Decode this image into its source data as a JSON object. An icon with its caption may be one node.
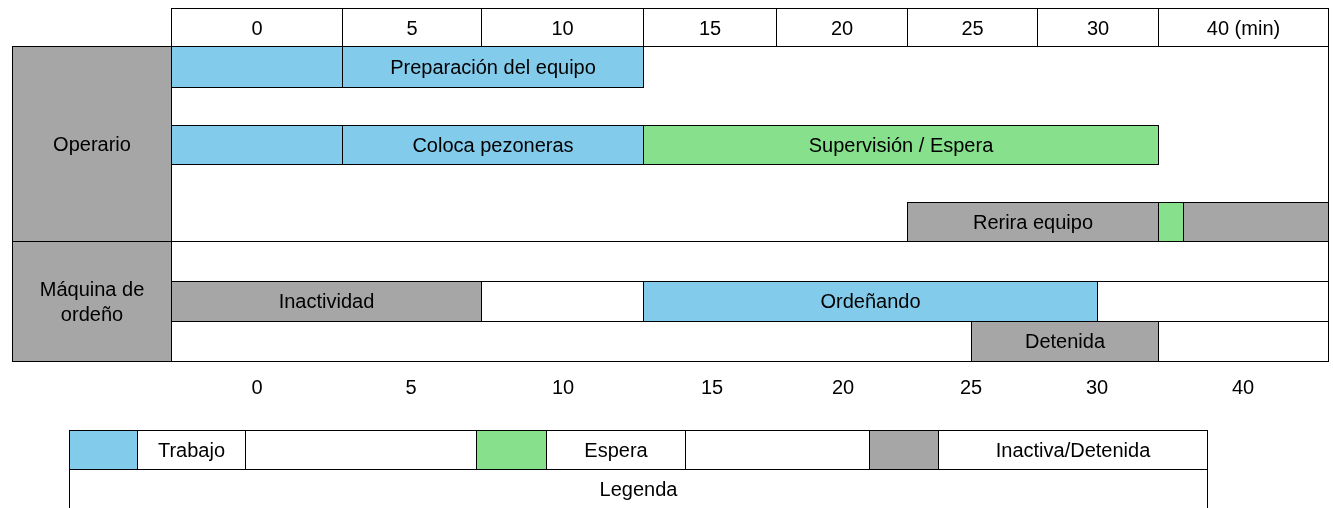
{
  "diagram": {
    "nodes": [
      {
        "text": [
          "Operario"
        ]
      },
      {
        "text": [],
        "shape": "bar"
      },
      {
        "text": [
          "Preparación del equipo"
        ]
      },
      {
        "text": [],
        "shape": "bar"
      },
      {
        "text": [
          "Coloca pezoneras"
        ]
      },
      {
        "text": [
          "Supervisión / Espera"
        ]
      },
      {
        "text": [
          "Rerira equipo"
        ]
      },
      {
        "text": [],
        "shape": "bar"
      },
      {
        "text": [],
        "shape": "bar"
      },
      {
        "text": [
          "Máquina de ordeño"
        ]
      },
      {
        "text": [
          "Inactividad"
        ]
      },
      {
        "text": [
          "Ordeñando"
        ]
      },
      {
        "text": [
          "Detenida"
        ]
      }
    ],
    "edges": [],
    "labels": [
      "0",
      "5",
      "10",
      "15",
      "20",
      "25",
      "30",
      "40 (min)",
      "0",
      "5",
      "10",
      "15",
      "20",
      "25",
      "30",
      "40",
      "Legenda"
    ],
    "legend": [
      {
        "text": "Trabajo",
        "color": "#83cbeb"
      },
      {
        "text": "Espera",
        "color": "#86e08c"
      },
      {
        "text": "Inactiva/Detenida",
        "color": "#a6a6a6"
      }
    ]
  }
}
